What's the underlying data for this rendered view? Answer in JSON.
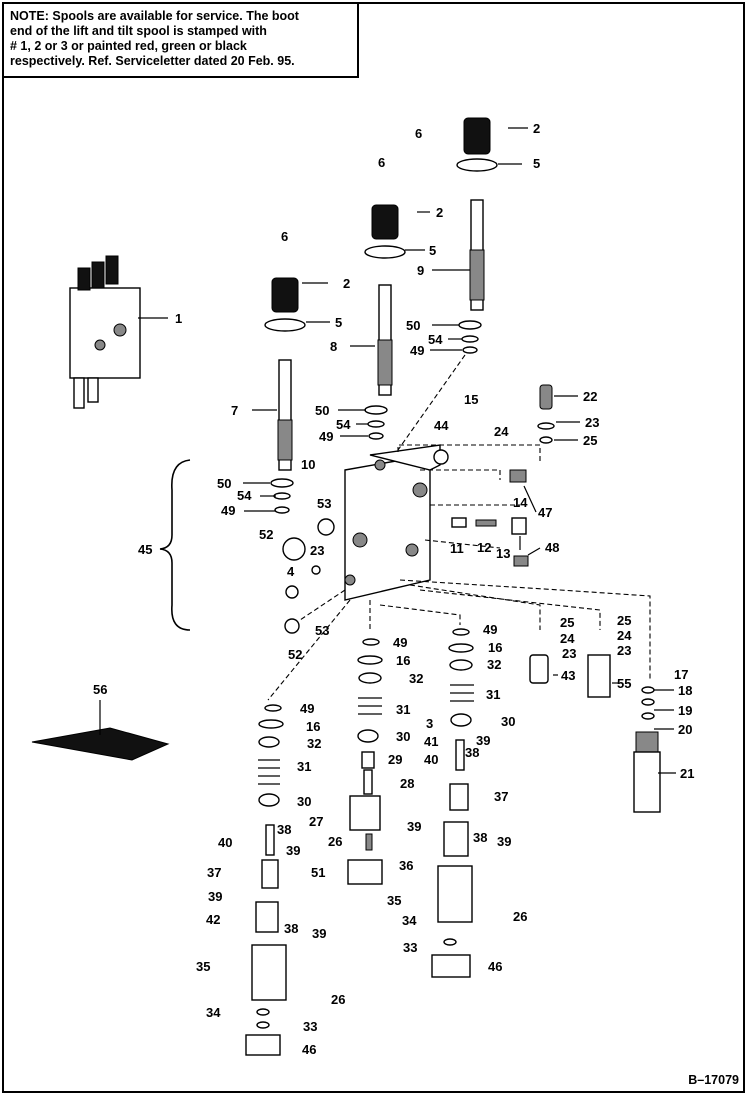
{
  "note": "NOTE: Spools are available for service.  The boot\nend of the lift and tilt spool is stamped with\n# 1, 2 or 3 or painted red, green or black\nrespectively.  Ref. Serviceletter dated 20 Feb. 95.",
  "figure_id": "B–17079",
  "callouts": {
    "c1": "1",
    "c2": "2",
    "c3": "3",
    "c4": "4",
    "c5": "5",
    "c6": "6",
    "c7": "7",
    "c8": "8",
    "c9": "9",
    "c10": "10",
    "c11": "11",
    "c12": "12",
    "c13": "13",
    "c14": "14",
    "c15": "15",
    "c16": "16",
    "c17": "17",
    "c18": "18",
    "c19": "19",
    "c20": "20",
    "c21": "21",
    "c22": "22",
    "c23": "23",
    "c24": "24",
    "c25": "25",
    "c26": "26",
    "c27": "27",
    "c28": "28",
    "c29": "29",
    "c30": "30",
    "c31": "31",
    "c32": "32",
    "c33": "33",
    "c34": "34",
    "c35": "35",
    "c36": "36",
    "c37": "37",
    "c38": "38",
    "c39": "39",
    "c40": "40",
    "c41": "41",
    "c42": "42",
    "c43": "43",
    "c44": "44",
    "c45": "45",
    "c46": "46",
    "c47": "47",
    "c48": "48",
    "c49": "49",
    "c50": "50",
    "c51": "51",
    "c52": "52",
    "c53": "53",
    "c54": "54",
    "c55": "55",
    "c56": "56"
  }
}
